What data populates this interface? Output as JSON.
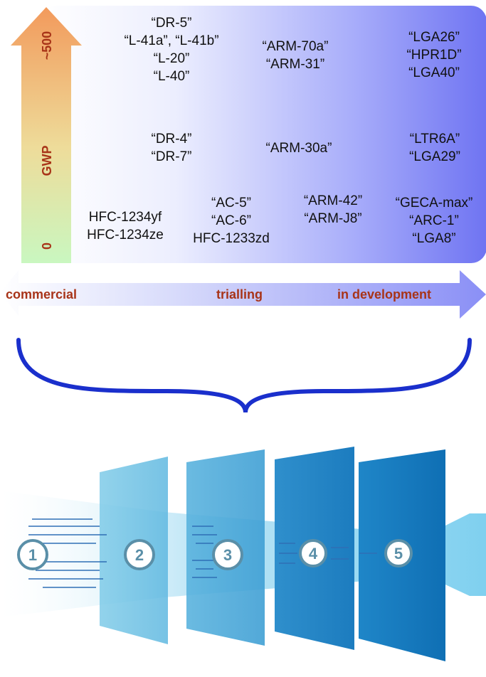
{
  "gwp_axis": {
    "label": "GWP",
    "max_tick": "~500",
    "min_tick": "0"
  },
  "maturity_axis": {
    "labels": [
      "commercial",
      "trialling",
      "in development"
    ]
  },
  "refrigerant_groups": [
    {
      "lines": [
        "“DR-5”",
        "“L-41a”, “L-41b”",
        "“L-20”",
        "“L-40”"
      ]
    },
    {
      "lines": [
        "“ARM-70a”",
        "“ARM-31”"
      ]
    },
    {
      "lines": [
        "“LGA26”",
        "“HPR1D”",
        "“LGA40”"
      ]
    },
    {
      "lines": [
        "“DR-4”",
        "“DR-7”"
      ]
    },
    {
      "lines": [
        "“ARM-30a”"
      ]
    },
    {
      "lines": [
        "“LTR6A”",
        "“LGA29”"
      ]
    },
    {
      "lines": [
        "HFC-1234yf",
        "HFC-1234ze"
      ]
    },
    {
      "lines": [
        "“AC-5”",
        "“AC-6”",
        "HFC-1233zd"
      ]
    },
    {
      "lines": [
        "“ARM-42”",
        "“ARM-J8”"
      ]
    },
    {
      "lines": [
        "“GECA-max”",
        "“ARC-1”",
        "“LGA8”"
      ]
    }
  ],
  "funnel": {
    "step_numbers": [
      "1",
      "2",
      "3",
      "4",
      "5"
    ]
  },
  "colors": {
    "accent_text": "#a83418",
    "brace": "#1a2fcc",
    "panel_end": "#6f74f2",
    "funnel_blue": "#1e8fd0"
  }
}
